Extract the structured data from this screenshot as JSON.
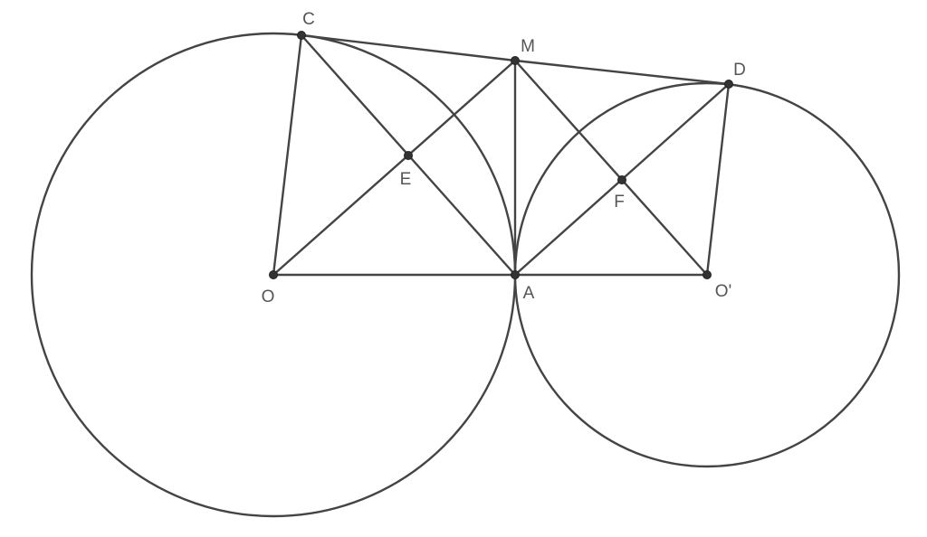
{
  "circles": [
    {
      "center": "O"
    },
    {
      "center": "O'"
    }
  ],
  "segments": [
    [
      "O",
      "C"
    ],
    [
      "O",
      "A"
    ],
    [
      "A",
      "O'"
    ],
    [
      "O'",
      "D"
    ],
    [
      "C",
      "M"
    ],
    [
      "M",
      "D"
    ],
    [
      "M",
      "A"
    ],
    [
      "C",
      "A"
    ],
    [
      "O",
      "M"
    ],
    [
      "A",
      "D"
    ],
    [
      "M",
      "O'"
    ]
  ],
  "points": {
    "C": {
      "label": "C"
    },
    "M": {
      "label": "M"
    },
    "D": {
      "label": "D"
    },
    "E": {
      "label": "E"
    },
    "F": {
      "label": "F"
    },
    "O": {
      "label": "O"
    },
    "A": {
      "label": "A"
    },
    "O'": {
      "label": "O'"
    }
  }
}
